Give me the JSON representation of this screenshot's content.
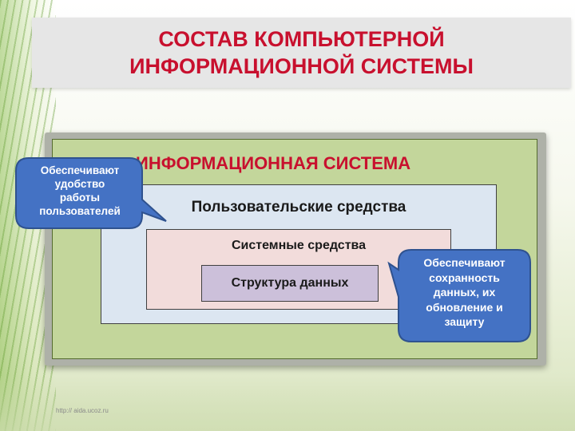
{
  "slide": {
    "title": "СОСТАВ КОМПЬЮТЕРНОЙ\nИНФОРМАЦИОННОЙ СИСТЕМЫ",
    "footer_url": "http:// aida.ucoz.ru"
  },
  "diagram": {
    "outer_label": "ИНФОРМАЦИОННАЯ СИСТЕМА",
    "user_level_label": "Пользовательские средства",
    "system_level_label": "Системные средства",
    "core_label": "Структура данных"
  },
  "callouts": {
    "left": "Обеспечивают\nудобство\nработы\nпользователей",
    "right": "Обеспечивают\nсохранность\nданных, их\nобновление и\nзащиту"
  },
  "colors": {
    "title_red": "#c8102e",
    "outer_green": "#c3d69b",
    "user_blue": "#dce6f1",
    "system_pink": "#f2dcdb",
    "core_lavender": "#ccc0da",
    "callout_blue": "#4472c4"
  }
}
